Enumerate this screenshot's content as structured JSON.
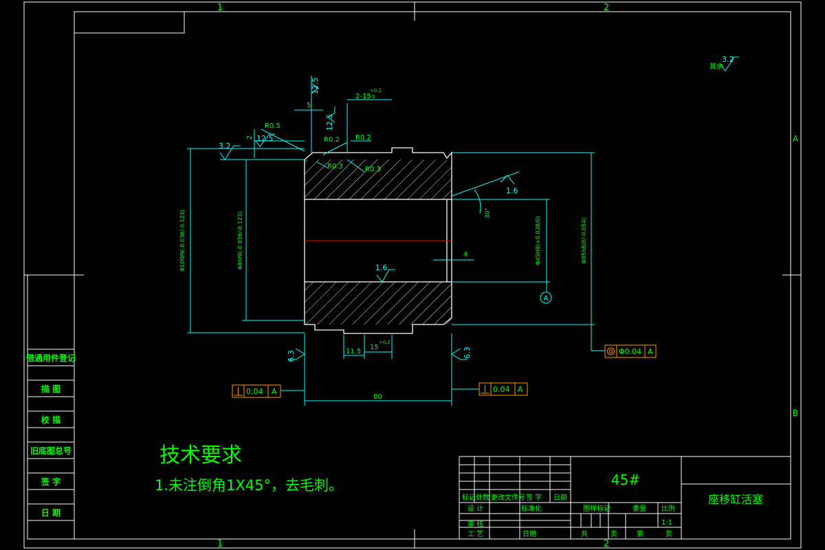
{
  "frame": {
    "zone_top_1": "1",
    "zone_top_2": "2",
    "zone_bottom_1": "1",
    "zone_bottom_2": "2",
    "zone_right_A": "A",
    "zone_right_B": "B"
  },
  "roughness": {
    "other": "其余",
    "other_value": "3.2",
    "r_12_5_a": "12.5",
    "r_12_5_b": "12.5",
    "r_12_5_c": "12.5",
    "r_3_2": "3.2",
    "r_1_6_bore": "1.6",
    "r_1_6_cone": "1.6",
    "r_6_3_left": "6.3",
    "r_6_3_right": "6.3"
  },
  "dimensions": {
    "d_5": "5",
    "d_2_15": "2-15",
    "d_2_15_tol": "+0.2",
    "d_2_15_sub": "0",
    "d_r05": "R0.5",
    "d_2": "2",
    "d_r02_a": "R0.2",
    "d_r02_b": "R0.2",
    "d_r03_a": "R0.3",
    "d_r03_b": "R0.3",
    "d_phi100": "Φ100f9(-0.036/-0.123)",
    "d_phi86": "Φ86f9(-0.036/-0.123)",
    "d_phi45": "Φ45H8(+0.039/0)",
    "d_phi85": "Φ85h8(0/-0.054)",
    "d_angle": "30°",
    "d_4": "4",
    "d_11_5": "11.5",
    "d_15": "15",
    "d_15_tol": "+0.2",
    "d_80": "80",
    "datum_a": "A"
  },
  "tolerances": {
    "conc_value": "Φ0.04",
    "conc_datum": "A",
    "perp_left_value": "0.04",
    "perp_left_datum": "A",
    "perp_right_value": "0.04",
    "perp_right_datum": "A"
  },
  "side_block": {
    "items": [
      "借通用件登记",
      "描 图",
      "校 描",
      "旧底图总号",
      "签 字",
      "日 期"
    ]
  },
  "notes": {
    "title": "技术要求",
    "line1": "1.未注倒角1X45°，去毛刺。"
  },
  "title_block": {
    "material": "45#",
    "part_name": "座移缸活塞",
    "mark": "标记",
    "count": "处数",
    "change_doc": "更改文件号",
    "sign": "签 字",
    "date": "日期",
    "design": "设 计",
    "standardize": "标准化",
    "review": "审 核",
    "process": "工 艺",
    "date2": "日期",
    "stage_mark": "图样标记",
    "weight": "重量",
    "scale": "比例",
    "scale_value": "1:1",
    "total": "共",
    "sheet_unit": "页",
    "no": "第",
    "sheet_unit2": "页"
  },
  "colors": {
    "background": "#000000",
    "frame": "#ffffff",
    "dimension": "#00ffff",
    "text": "#00ff00",
    "tolerance": "#ff9900",
    "centerline": "#ff0000"
  }
}
